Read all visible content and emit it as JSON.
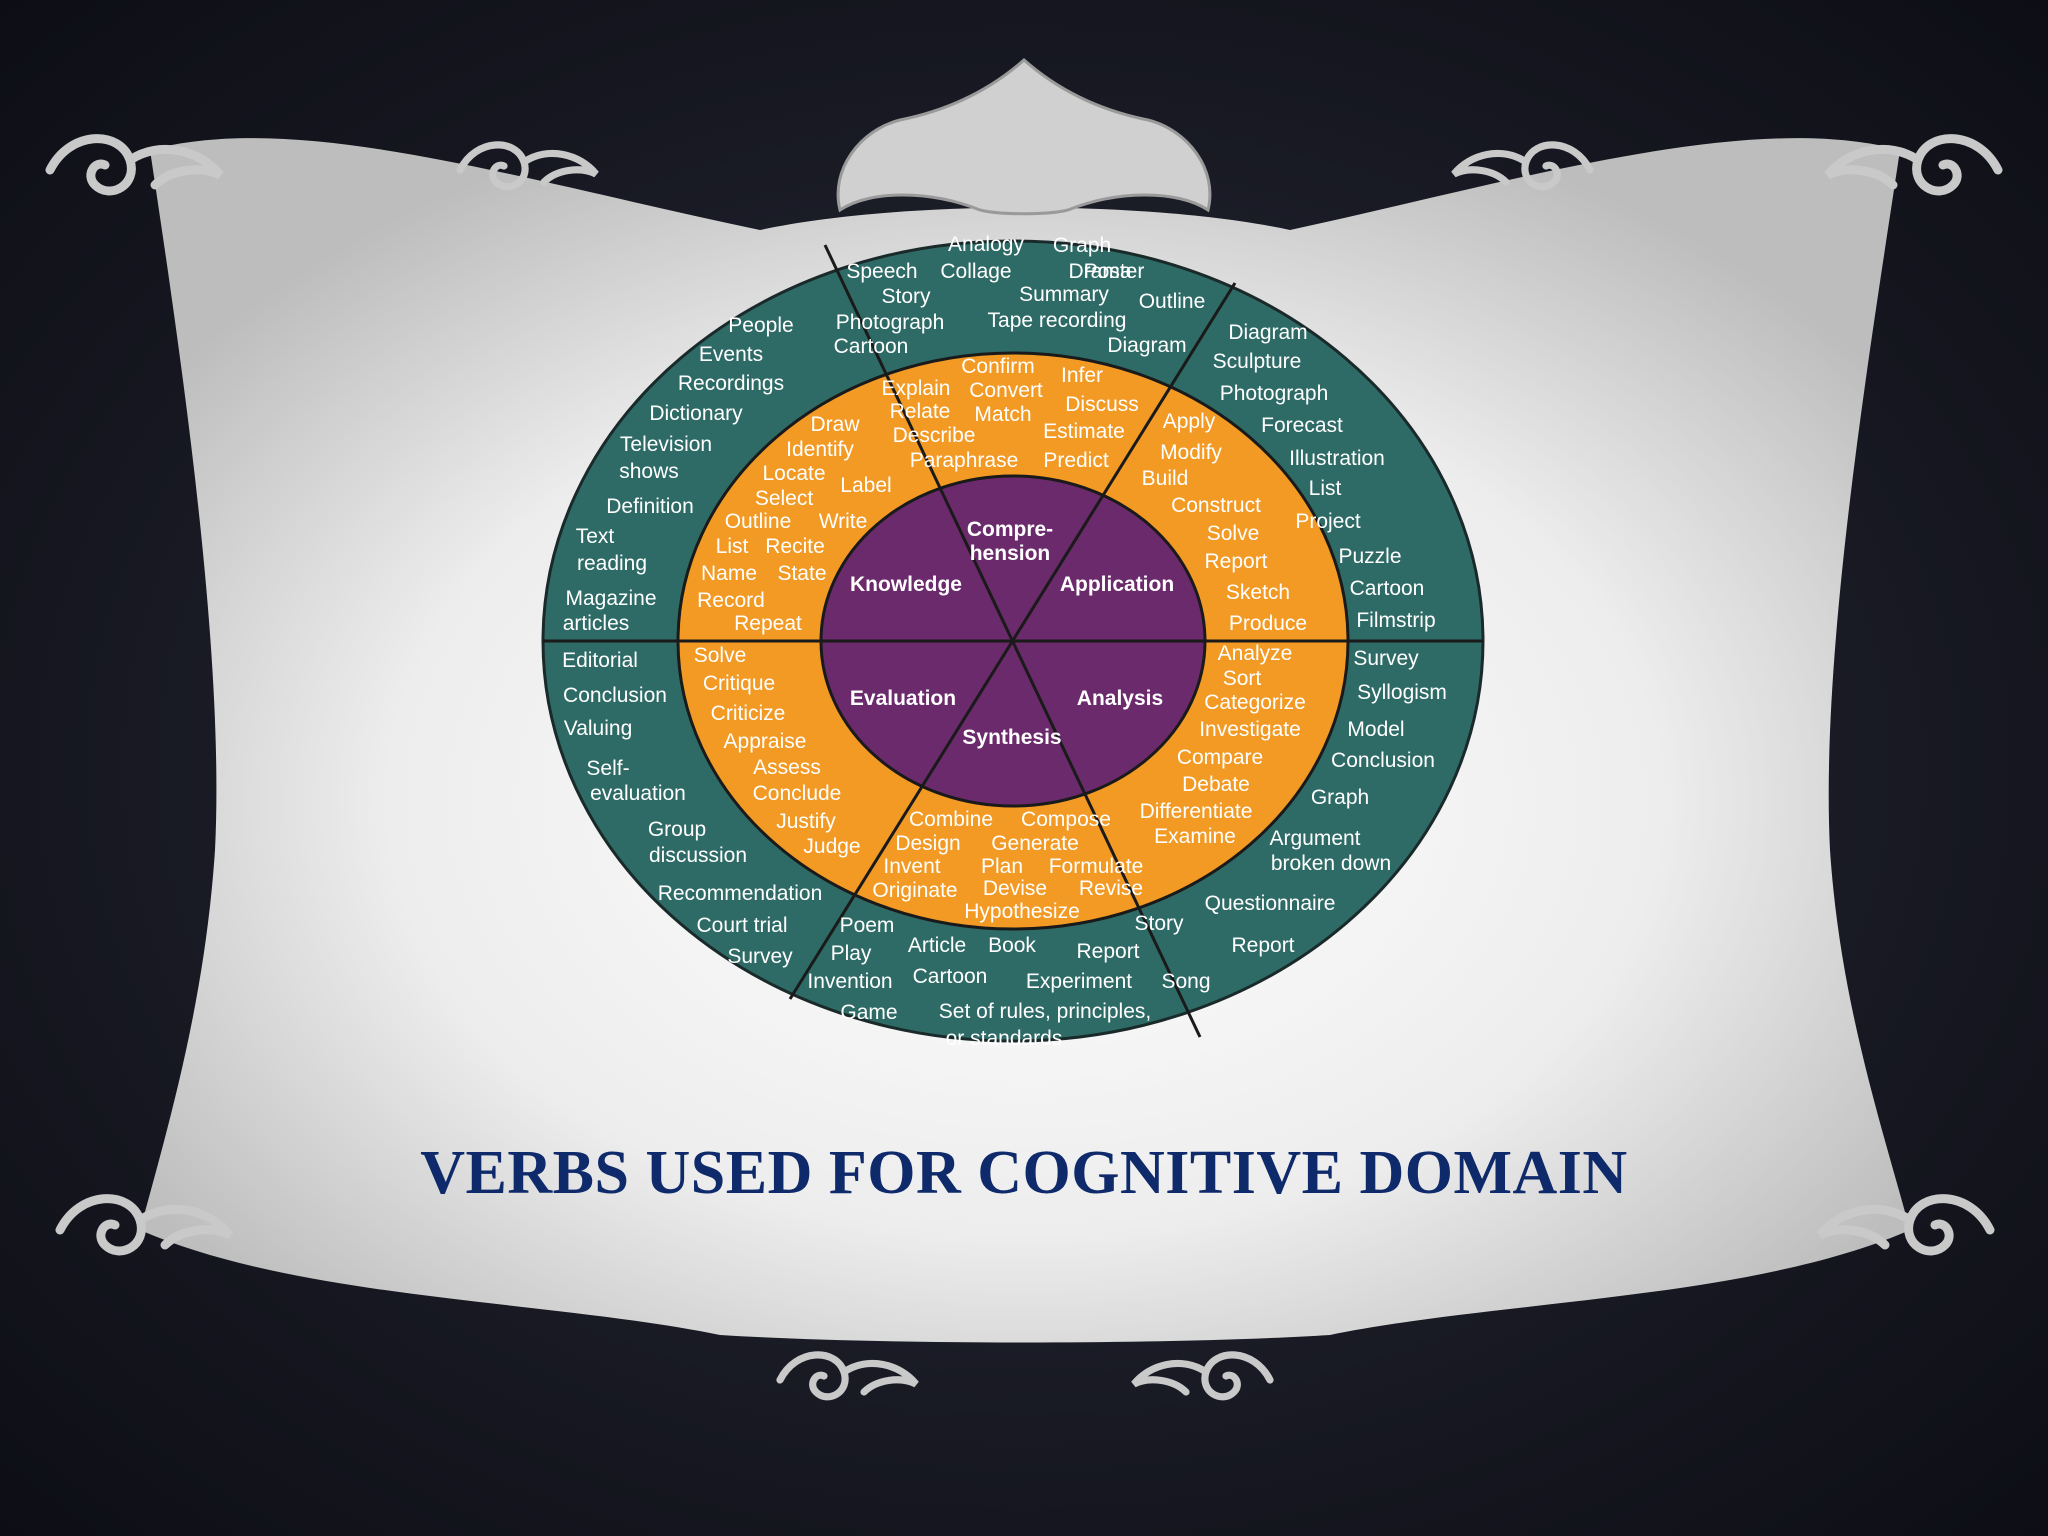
{
  "slide": {
    "title": "VERBS USED FOR COGNITIVE DOMAIN"
  },
  "colors": {
    "background": "#15161f",
    "frame": "#ececec",
    "frame_ornament": "#d9d9d9",
    "outer_ring": "#2e6b66",
    "middle_ring": "#f29a24",
    "core": "#6b2a6b",
    "middle_text": "#1a1a1a",
    "title": "#0f2a6b"
  },
  "icons": {
    "ornaments": [
      "scroll-ornament-icon",
      "floral-crest-icon"
    ]
  },
  "wheel": {
    "core_labels": [
      {
        "id": "knowledge",
        "lines": [
          "Knowledge"
        ]
      },
      {
        "id": "comprehension",
        "lines": [
          "Compre-",
          "hension"
        ]
      },
      {
        "id": "application",
        "lines": [
          "Application"
        ]
      },
      {
        "id": "analysis",
        "lines": [
          "Analysis"
        ]
      },
      {
        "id": "synthesis",
        "lines": [
          "Synthesis"
        ]
      },
      {
        "id": "evaluation",
        "lines": [
          "Evaluation"
        ]
      }
    ],
    "middle_ring": [
      {
        "id": "knowledge",
        "words": [
          "Draw",
          "Identify",
          "Locate",
          "Label",
          "Select",
          "Outline",
          "Write",
          "List",
          "Recite",
          "Name",
          "State",
          "Record",
          "Repeat"
        ]
      },
      {
        "id": "comprehension",
        "words": [
          "Confirm",
          "Infer",
          "Explain",
          "Convert",
          "Discuss",
          "Relate",
          "Match",
          "Describe",
          "Estimate",
          "Paraphrase",
          "Predict"
        ]
      },
      {
        "id": "application",
        "words": [
          "Apply",
          "Modify",
          "Build",
          "Construct",
          "Solve",
          "Report",
          "Sketch",
          "Produce"
        ]
      },
      {
        "id": "analysis",
        "words": [
          "Analyze",
          "Sort",
          "Categorize",
          "Investigate",
          "Compare",
          "Debate",
          "Differentiate",
          "Examine"
        ]
      },
      {
        "id": "synthesis",
        "words": [
          "Combine",
          "Compose",
          "Design",
          "Generate",
          "Invent",
          "Plan",
          "Formulate",
          "Originate",
          "Devise",
          "Revise",
          "Hypothesize"
        ]
      },
      {
        "id": "evaluation",
        "words": [
          "Solve",
          "Critique",
          "Criticize",
          "Appraise",
          "Assess",
          "Conclude",
          "Justify",
          "Judge"
        ]
      }
    ],
    "outer_ring": [
      {
        "id": "knowledge",
        "words": [
          "People",
          "Events",
          "Recordings",
          "Dictionary",
          "Television",
          "shows",
          "Definition",
          "Text",
          "reading",
          "Magazine",
          "articles"
        ]
      },
      {
        "id": "comprehension",
        "words": [
          "Analogy",
          "Graph",
          "Speech",
          "Collage",
          "Drama",
          "Poster",
          "Story",
          "Summary",
          "Outline",
          "Photograph",
          "Tape recording",
          "Cartoon",
          "Diagram"
        ]
      },
      {
        "id": "application",
        "words": [
          "Diagram",
          "Sculpture",
          "Photograph",
          "Forecast",
          "Illustration",
          "List",
          "Project",
          "Puzzle",
          "Cartoon",
          "Filmstrip"
        ]
      },
      {
        "id": "analysis",
        "words": [
          "Survey",
          "Syllogism",
          "Model",
          "Conclusion",
          "Graph",
          "Argument",
          "broken down",
          "Questionnaire",
          "Report"
        ]
      },
      {
        "id": "synthesis",
        "words": [
          "Poem",
          "Story",
          "Play",
          "Article",
          "Book",
          "Report",
          "Invention",
          "Cartoon",
          "Experiment",
          "Song",
          "Game",
          "Set of rules,  principles,",
          "or standards"
        ]
      },
      {
        "id": "evaluation",
        "words": [
          "Editorial",
          "Conclusion",
          "Valuing",
          "Self-",
          "evaluation",
          "Group",
          "discussion",
          "Recommendation",
          "Court trial",
          "Survey"
        ]
      }
    ]
  }
}
